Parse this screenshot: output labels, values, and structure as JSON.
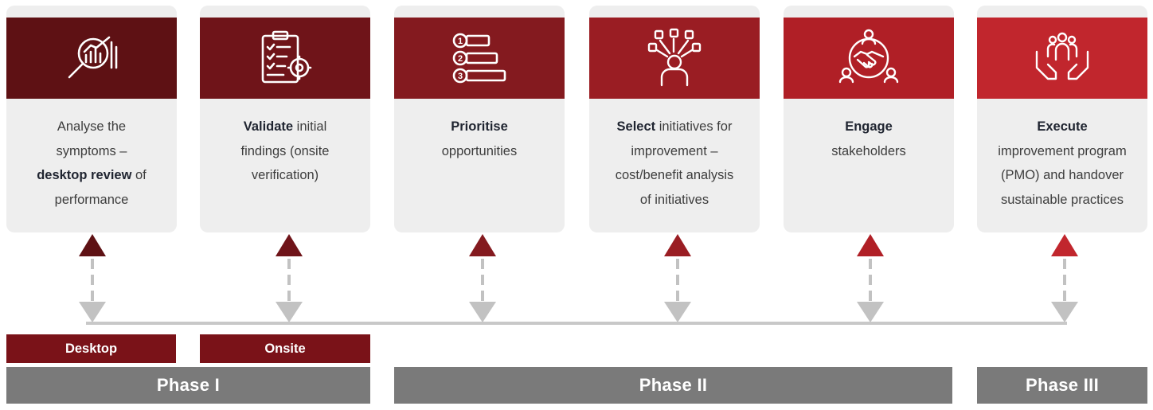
{
  "colors": {
    "step1": "#5e1114",
    "step2": "#6f1419",
    "step3": "#841a1f",
    "step4": "#9a1d23",
    "step5": "#b01f26",
    "step6": "#c1262d",
    "card_bg": "#eeeeee",
    "connector": "#c2c2c2",
    "phase_bar": "#7a7a7a",
    "sub_bar": "#7a1218"
  },
  "steps": [
    {
      "icon": "magnifier-chart-icon",
      "text": [
        {
          "t": "Analyse the",
          "b": false,
          "br": true
        },
        {
          "t": "symptoms –",
          "b": false,
          "br": true
        },
        {
          "t": "desktop review",
          "b": true
        },
        {
          "t": " of",
          "b": false,
          "br": true
        },
        {
          "t": "performance",
          "b": false
        }
      ]
    },
    {
      "icon": "checklist-gear-icon",
      "text": [
        {
          "t": "Validate",
          "b": true
        },
        {
          "t": " initial",
          "b": false,
          "br": true
        },
        {
          "t": "findings (onsite",
          "b": false,
          "br": true
        },
        {
          "t": "verification)",
          "b": false
        }
      ]
    },
    {
      "icon": "numbered-list-icon",
      "text": [
        {
          "t": "Prioritise",
          "b": true,
          "br": true
        },
        {
          "t": "opportunities",
          "b": false
        }
      ]
    },
    {
      "icon": "person-choices-icon",
      "text": [
        {
          "t": "Select",
          "b": true
        },
        {
          "t": " initiatives for",
          "b": false,
          "br": true
        },
        {
          "t": "improvement –",
          "b": false,
          "br": true
        },
        {
          "t": "cost/benefit analysis",
          "b": false,
          "br": true
        },
        {
          "t": "of initiatives",
          "b": false
        }
      ]
    },
    {
      "icon": "handshake-network-icon",
      "text": [
        {
          "t": "Engage",
          "b": true,
          "br": true
        },
        {
          "t": "stakeholders",
          "b": false
        }
      ]
    },
    {
      "icon": "hands-people-icon",
      "text": [
        {
          "t": "Execute",
          "b": true,
          "br": true
        },
        {
          "t": "improvement program",
          "b": false,
          "br": true
        },
        {
          "t": "(PMO) and handover",
          "b": false,
          "br": true
        },
        {
          "t": "sustainable practices",
          "b": false
        }
      ]
    }
  ],
  "sub_phases": {
    "desktop": "Desktop",
    "onsite": "Onsite"
  },
  "phases": {
    "phase1": "Phase I",
    "phase2": "Phase II",
    "phase3": "Phase III"
  }
}
